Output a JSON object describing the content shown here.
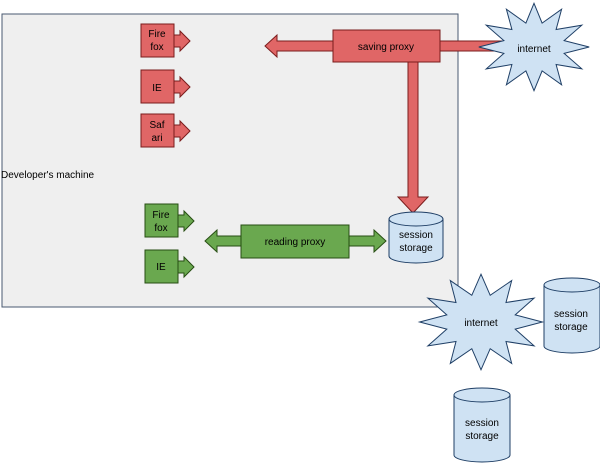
{
  "machine": {
    "label": "Developer's machine"
  },
  "browsers_recording": [
    {
      "line1": "Fire",
      "line2": "fox"
    },
    {
      "line1": "IE",
      "line2": ""
    },
    {
      "line1": "Saf",
      "line2": "ari"
    }
  ],
  "browsers_replay": [
    {
      "line1": "Fire",
      "line2": "fox"
    },
    {
      "line1": "IE",
      "line2": ""
    }
  ],
  "saving_proxy": {
    "label": "saving proxy"
  },
  "reading_proxy": {
    "label": "reading proxy"
  },
  "internet_top": {
    "label": "internet"
  },
  "internet_bottom": {
    "label": "internet"
  },
  "storage_local": {
    "line1": "session",
    "line2": "storage"
  },
  "storage_right": {
    "line1": "session",
    "line2": "storage"
  },
  "storage_bottom": {
    "line1": "session",
    "line2": "storage"
  },
  "colors": {
    "red_fill": "#e06666",
    "red_stroke": "#7a1c1c",
    "green_fill": "#6aa84f",
    "green_stroke": "#274e13",
    "blue_fill": "#cfe2f3",
    "blue_stroke": "#1f3f66",
    "machine_fill": "#efefef",
    "machine_stroke": "#4a5a70"
  }
}
